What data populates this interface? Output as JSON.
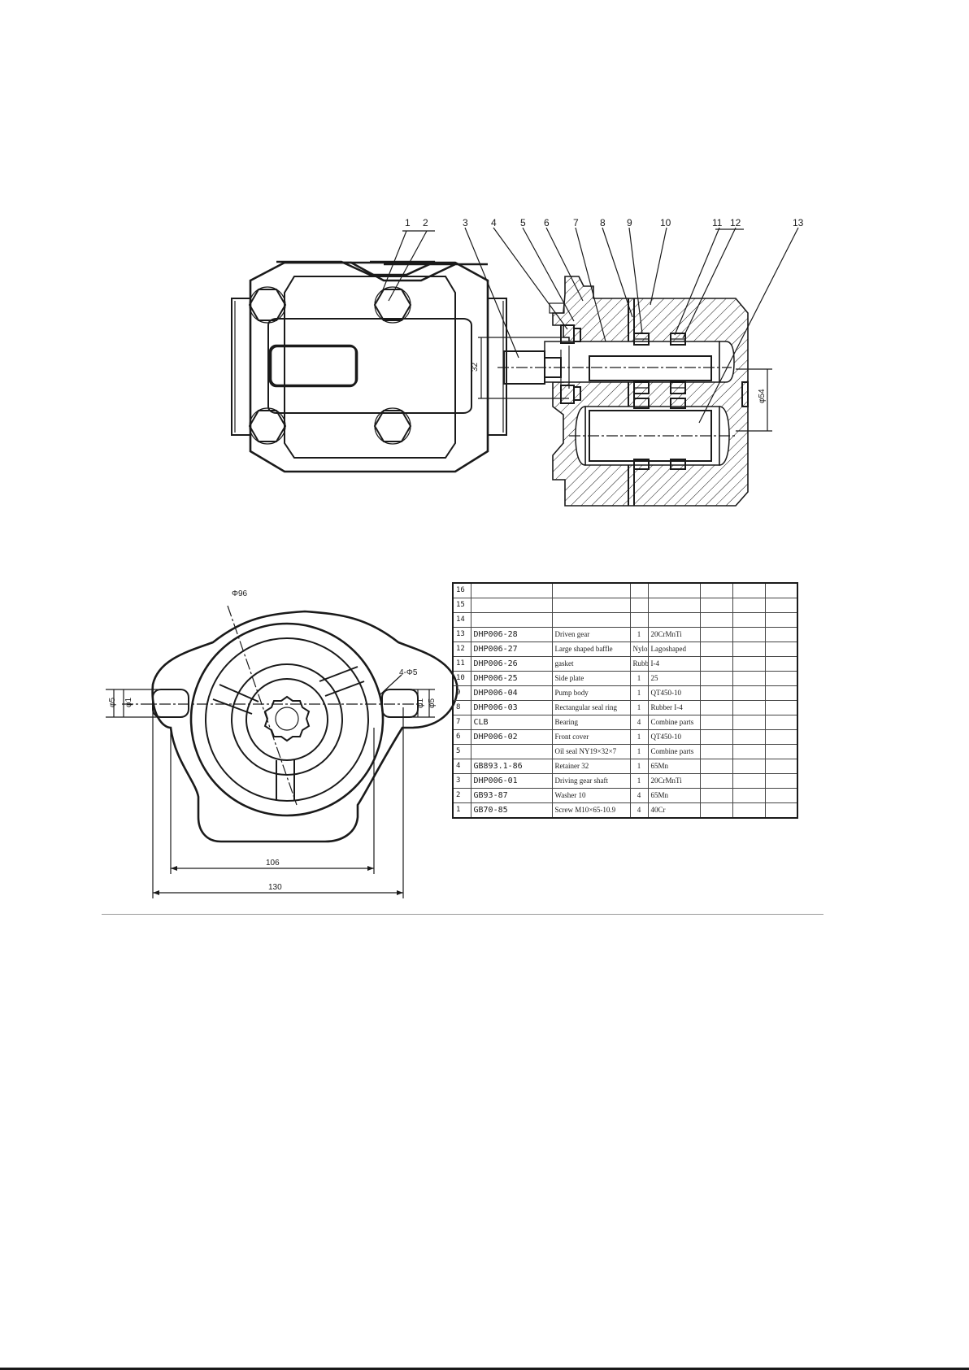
{
  "callouts": [
    "1",
    "2",
    "3",
    "4",
    "5",
    "6",
    "7",
    "8",
    "9",
    "10",
    "11",
    "12",
    "13"
  ],
  "dimensions": {
    "section_shaft_dia": "32",
    "section_right_dia": "φ54",
    "top_dia": "Φ96",
    "hole_spec": "4-Φ5",
    "left_small_a": "φ5",
    "left_small_b": "φ1",
    "right_small_a": "φ1",
    "right_small_b": "φ5",
    "center_span": "106",
    "overall_width": "130"
  },
  "parts_table": {
    "rows": [
      {
        "no": "16",
        "code": "",
        "name": "",
        "qty": "",
        "material": ""
      },
      {
        "no": "15",
        "code": "",
        "name": "",
        "qty": "",
        "material": ""
      },
      {
        "no": "14",
        "code": "",
        "name": "",
        "qty": "",
        "material": ""
      },
      {
        "no": "13",
        "code": "DHP006-28",
        "name": "Driven gear",
        "qty": "1",
        "material": "20CrMnTi"
      },
      {
        "no": "12",
        "code": "DHP006-27",
        "name": "Large shaped baffle",
        "qty": "Nylon",
        "material": "Lagoshaped"
      },
      {
        "no": "11",
        "code": "DHP006-26",
        "name": "gasket",
        "qty": "Rubber",
        "material": "I-4"
      },
      {
        "no": "10",
        "code": "DHP006-25",
        "name": "Side plate",
        "qty": "1",
        "material": "25"
      },
      {
        "no": "9",
        "code": "DHP006-04",
        "name": "Pump body",
        "qty": "1",
        "material": "QT450-10"
      },
      {
        "no": "8",
        "code": "DHP006-03",
        "name": "Rectangular seal ring",
        "qty": "1",
        "material": "Rubber I-4"
      },
      {
        "no": "7",
        "code": "CLB",
        "name": "Bearing",
        "qty": "4",
        "material": "Combine parts"
      },
      {
        "no": "6",
        "code": "DHP006-02",
        "name": "Front cover",
        "qty": "1",
        "material": "QT450-10"
      },
      {
        "no": "5",
        "code": "",
        "name": "Oil seal NY19×32×7",
        "qty": "1",
        "material": "Combine parts"
      },
      {
        "no": "4",
        "code": "GB893.1-86",
        "name": "Retainer 32",
        "qty": "1",
        "material": "65Mn"
      },
      {
        "no": "3",
        "code": "DHP006-01",
        "name": "Driving gear shaft",
        "qty": "1",
        "material": "20CrMnTi"
      },
      {
        "no": "2",
        "code": "GB93-87",
        "name": "Washer 10",
        "qty": "4",
        "material": "65Mn"
      },
      {
        "no": "1",
        "code": "GB70-85",
        "name": "Screw M10×65-10.9",
        "qty": "4",
        "material": "40Cr"
      }
    ]
  },
  "colors": {
    "ink": "#1a1a1a",
    "paper": "#ffffff",
    "rule": "#9a9a9a"
  }
}
